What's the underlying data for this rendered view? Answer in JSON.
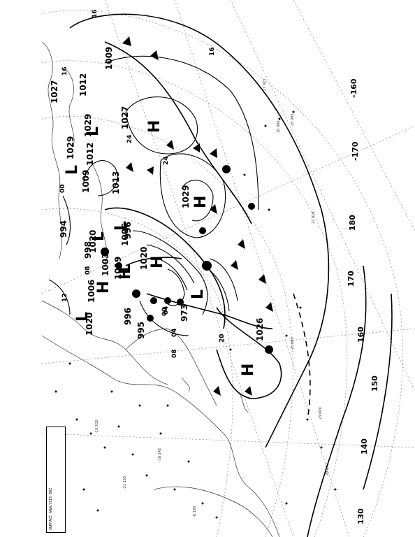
{
  "caption": {
    "text": "SURFACE ANALYSIS 00Z"
  },
  "longitude_labels": [
    {
      "text": "-160",
      "name": "lon-label-minus160"
    },
    {
      "text": "-170",
      "name": "lon-label-minus170"
    },
    {
      "text": "180",
      "name": "lon-label-180"
    },
    {
      "text": "170",
      "name": "lon-label-170"
    },
    {
      "text": "160",
      "name": "lon-label-160"
    },
    {
      "text": "150",
      "name": "lon-label-150"
    },
    {
      "text": "140",
      "name": "lon-label-140"
    },
    {
      "text": "130",
      "name": "lon-label-130"
    }
  ],
  "isobar_labels": [
    {
      "text": "16",
      "name": "isobar-label-16-a"
    },
    {
      "text": "16",
      "name": "isobar-label-16-b"
    },
    {
      "text": "16",
      "name": "isobar-label-16-c"
    },
    {
      "text": "12",
      "name": "isobar-label-12"
    },
    {
      "text": "20",
      "name": "isobar-label-20"
    },
    {
      "text": "24",
      "name": "isobar-label-24-a"
    },
    {
      "text": "24",
      "name": "isobar-label-24-b"
    },
    {
      "text": "00",
      "name": "isobar-label-00-a"
    },
    {
      "text": "00",
      "name": "isobar-label-00-b"
    },
    {
      "text": "04",
      "name": "isobar-label-04"
    },
    {
      "text": "08",
      "name": "isobar-label-08-a"
    },
    {
      "text": "08",
      "name": "isobar-label-08-b"
    },
    {
      "text": "04",
      "name": "isobar-label-04-b"
    }
  ],
  "pressure_values": [
    {
      "text": "1009",
      "name": "pressure-1009-top"
    },
    {
      "text": "1027",
      "name": "pressure-1027-a"
    },
    {
      "text": "1012",
      "name": "pressure-1012-a"
    },
    {
      "text": "1029",
      "name": "pressure-1029-a"
    },
    {
      "text": "1029",
      "name": "pressure-1029-b"
    },
    {
      "text": "1012",
      "name": "pressure-1012-b"
    },
    {
      "text": "1027",
      "name": "pressure-1027-b"
    },
    {
      "text": "1009",
      "name": "pressure-1009-b"
    },
    {
      "text": "1013",
      "name": "pressure-1013"
    },
    {
      "text": "1029",
      "name": "pressure-1029-c"
    },
    {
      "text": "994",
      "name": "pressure-994"
    },
    {
      "text": "998",
      "name": "pressure-998"
    },
    {
      "text": "1006",
      "name": "pressure-1006-a"
    },
    {
      "text": "996",
      "name": "pressure-996-a"
    },
    {
      "text": "1020",
      "name": "pressure-1020-a"
    },
    {
      "text": "1003",
      "name": "pressure-1003"
    },
    {
      "text": "1019",
      "name": "pressure-1019"
    },
    {
      "text": "1020",
      "name": "pressure-1020-b"
    },
    {
      "text": "1006",
      "name": "pressure-1006-b"
    },
    {
      "text": "1020",
      "name": "pressure-1020-c"
    },
    {
      "text": "996",
      "name": "pressure-996-b"
    },
    {
      "text": "995",
      "name": "pressure-995"
    },
    {
      "text": "973",
      "name": "pressure-973"
    },
    {
      "text": "1026",
      "name": "pressure-1026"
    }
  ],
  "centers": [
    {
      "text": "H",
      "name": "high-center-1"
    },
    {
      "text": "H",
      "name": "high-center-2"
    },
    {
      "text": "H",
      "name": "high-center-3"
    },
    {
      "text": "H",
      "name": "high-center-4"
    },
    {
      "text": "H",
      "name": "high-center-5"
    },
    {
      "text": "H",
      "name": "high-center-6"
    },
    {
      "text": "L",
      "name": "low-center-1"
    },
    {
      "text": "L",
      "name": "low-center-2"
    },
    {
      "text": "L",
      "name": "low-center-3"
    },
    {
      "text": "L",
      "name": "low-center-4"
    },
    {
      "text": "L",
      "name": "low-center-5"
    },
    {
      "text": "L",
      "name": "low-center-6"
    },
    {
      "text": "L",
      "name": "low-center-7"
    }
  ]
}
